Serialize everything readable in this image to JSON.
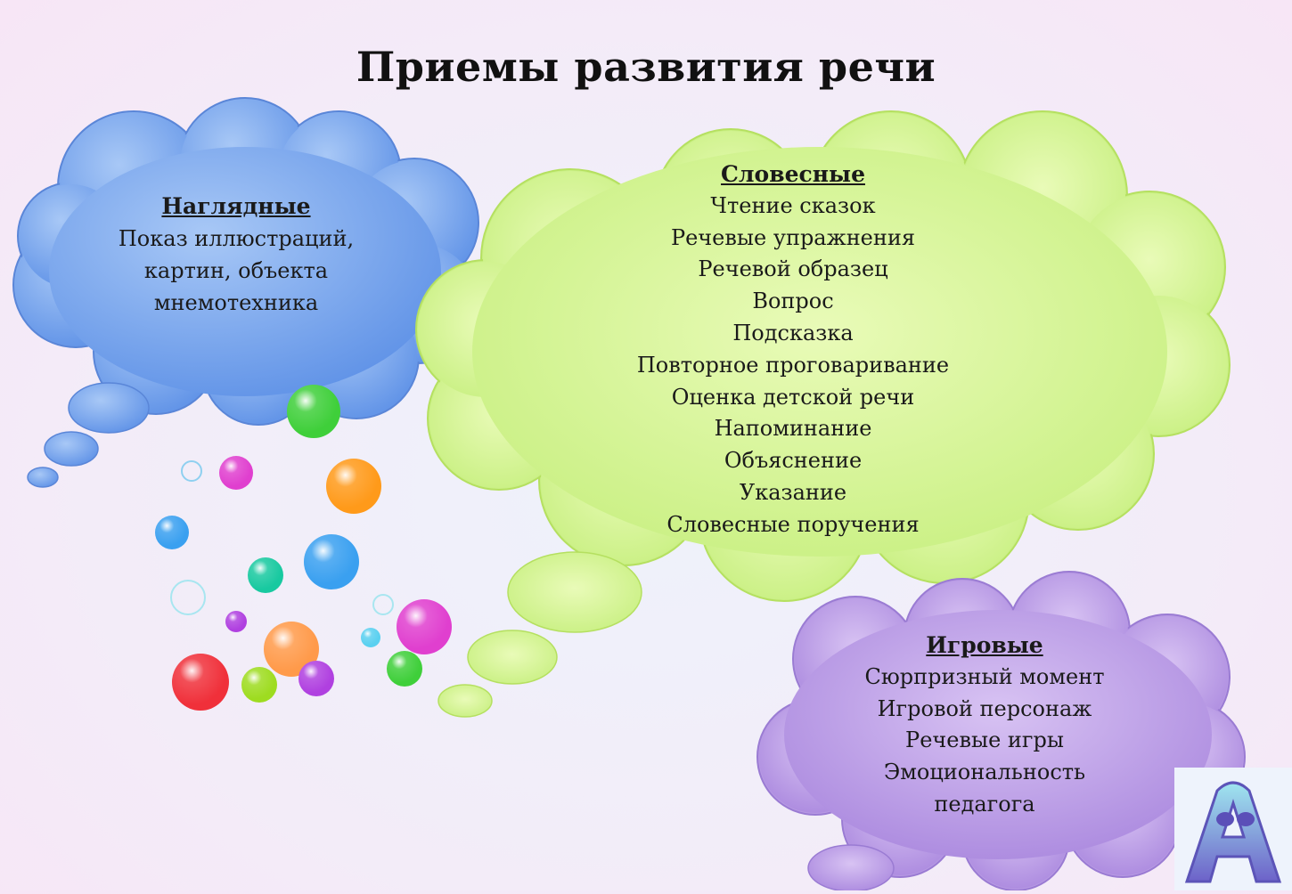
{
  "title": "Приемы развития речи",
  "clouds": {
    "visual": {
      "heading": "Наглядные",
      "lines": [
        "Показ иллюстраций,",
        "картин, объекта",
        "мнемотехника"
      ],
      "color": "#6f9ce8"
    },
    "verbal": {
      "heading": "Словесные",
      "lines": [
        "Чтение сказок",
        "Речевые упражнения",
        "Речевой образец",
        "Вопрос",
        "Подсказка",
        "Повторное проговаривание",
        "Оценка детской речи",
        "Напоминание",
        "Объяснение",
        "Указание",
        "Словесные поручения"
      ],
      "color": "#cdf28a"
    },
    "game": {
      "heading": "Игровые",
      "lines": [
        "Сюрпризный момент",
        "Игровой персонаж",
        "Речевые игры",
        "Эмоциональность",
        "педагога"
      ],
      "color": "#b28fe0"
    }
  },
  "colors": {
    "bubble_green": "#3fcf3a",
    "bubble_pink": "#e03fcf",
    "bubble_orange": "#ff9a1a",
    "bubble_blue": "#3aa0f0",
    "bubble_teal": "#18c9a0",
    "bubble_red": "#f0303a",
    "bubble_lime": "#9edc20",
    "bubble_purple": "#b040e0"
  }
}
